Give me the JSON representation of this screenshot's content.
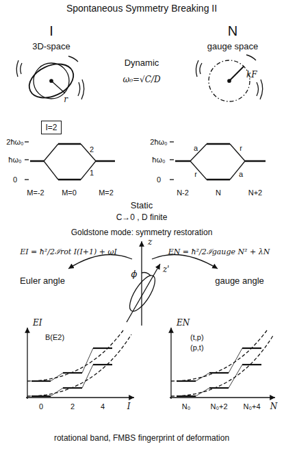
{
  "diagram": {
    "title": "Spontaneous Symmetry Breaking II",
    "caption": "rotational band, FMBS fingerprint of deformation",
    "nodes": [
      {
        "text": [
          "I=2"
        ]
      }
    ],
    "labels": [
      "I",
      "N",
      "3D-space",
      "Dynamic",
      "gauge space",
      "ω₀=√C/D",
      "r",
      "kF",
      "2ħω₀",
      "ħω₀",
      "0",
      "M=-2",
      "M=0",
      "M=2",
      "2",
      "1",
      "2ħω₀",
      "ħω₀",
      "0",
      "N-2",
      "N",
      "N+2",
      "a",
      "r",
      "r",
      "a",
      "Static",
      "C→0 , D finite",
      "Goldstone mode: symmetry restoration",
      "EI = ħ²/2ℐrot I(I+1) + ωI",
      "z",
      "EN = ħ²/2ℐgauge N² + λN",
      "ϕ",
      "z'",
      "Euler angle",
      "gauge angle",
      "EI",
      "B(E2)",
      "0",
      "2",
      "4",
      "I",
      "EN",
      "(t,p)",
      "(p,t)",
      "N₀",
      "N₀+2",
      "N₀+4",
      "N"
    ]
  }
}
